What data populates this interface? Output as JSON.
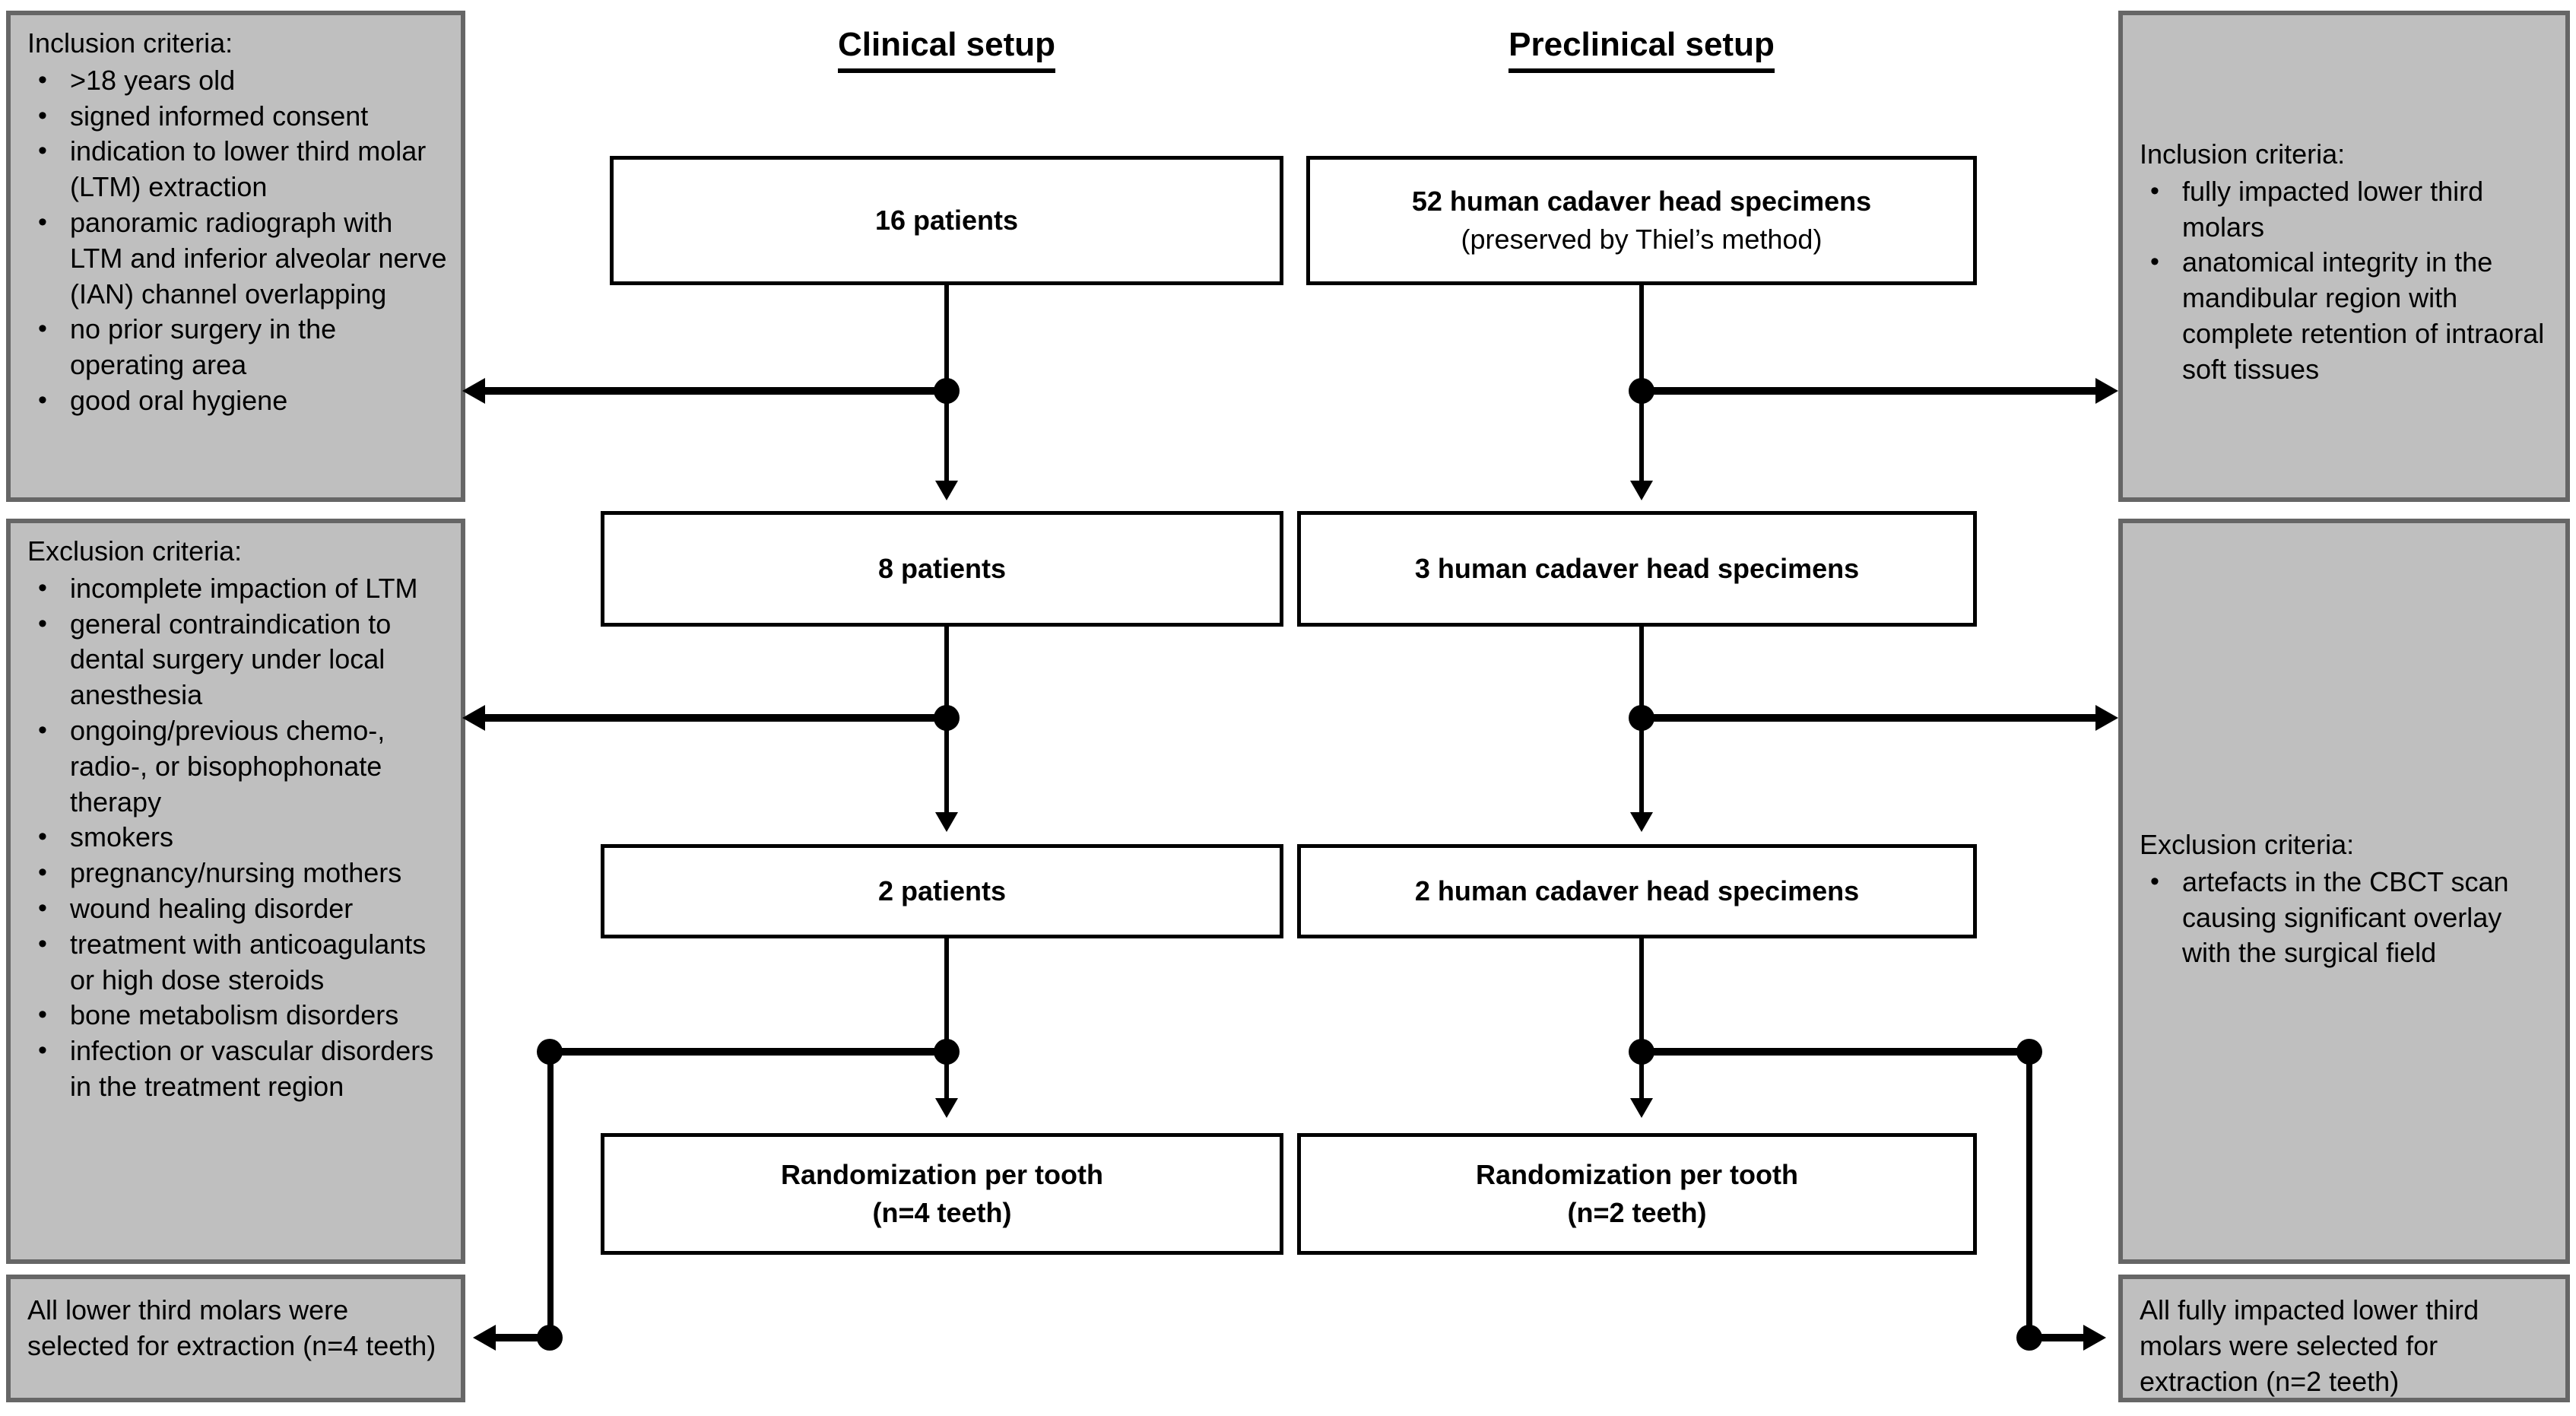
{
  "columns": {
    "clinical": {
      "heading": "Clinical setup"
    },
    "preclinical": {
      "heading": "Preclinical setup"
    }
  },
  "flow": {
    "clinical": [
      {
        "line1": "16 patients",
        "line2": ""
      },
      {
        "line1": "8 patients",
        "line2": ""
      },
      {
        "line1": "2 patients",
        "line2": ""
      },
      {
        "line1": "Randomization per tooth",
        "line2": "(n=4 teeth)"
      }
    ],
    "preclinical": [
      {
        "line1": "52 human cadaver head specimens",
        "line2": "(preserved by Thiel’s method)"
      },
      {
        "line1": "3 human cadaver head specimens",
        "line2": ""
      },
      {
        "line1": "2 human cadaver head specimens",
        "line2": ""
      },
      {
        "line1": "Randomization per tooth",
        "line2": "(n=2 teeth)"
      }
    ]
  },
  "left_panels": {
    "inclusion": {
      "title": "Inclusion criteria:",
      "items": [
        ">18 years old",
        "signed informed consent",
        "indication to lower third molar (LTM) extraction",
        "panoramic radiograph with LTM and inferior alveolar nerve (IAN) channel overlapping",
        "no prior surgery in the operating area",
        "good oral hygiene"
      ]
    },
    "exclusion": {
      "title": "Exclusion criteria:",
      "items": [
        "incomplete impaction of LTM",
        "general contraindication to dental surgery under local anesthesia",
        "ongoing/previous chemo-, radio-, or bisophophonate therapy",
        "smokers",
        "pregnancy/nursing mothers",
        "wound healing disorder",
        "treatment with anticoagulants or high dose steroids",
        "bone metabolism disorders",
        "infection or vascular disorders in the treatment region"
      ]
    },
    "selection": {
      "text": "All lower third molars were selected for extraction (n=4 teeth)"
    }
  },
  "right_panels": {
    "inclusion": {
      "title": "Inclusion criteria:",
      "items": [
        "fully impacted lower third molars",
        "anatomical integrity in the mandibular region with complete retention of intraoral soft tissues"
      ]
    },
    "exclusion": {
      "title": "Exclusion criteria:",
      "items": [
        "artefacts in the CBCT scan causing significant overlay with the surgical field"
      ]
    },
    "selection": {
      "text": "All fully impacted lower third molars were selected for extraction (n=2 teeth)"
    }
  },
  "bullet_glyph": "•",
  "colors": {
    "panel_fill": "#bfbfbf",
    "panel_border": "#666666",
    "box_border": "#000000",
    "connector": "#000000",
    "background": "#ffffff"
  }
}
